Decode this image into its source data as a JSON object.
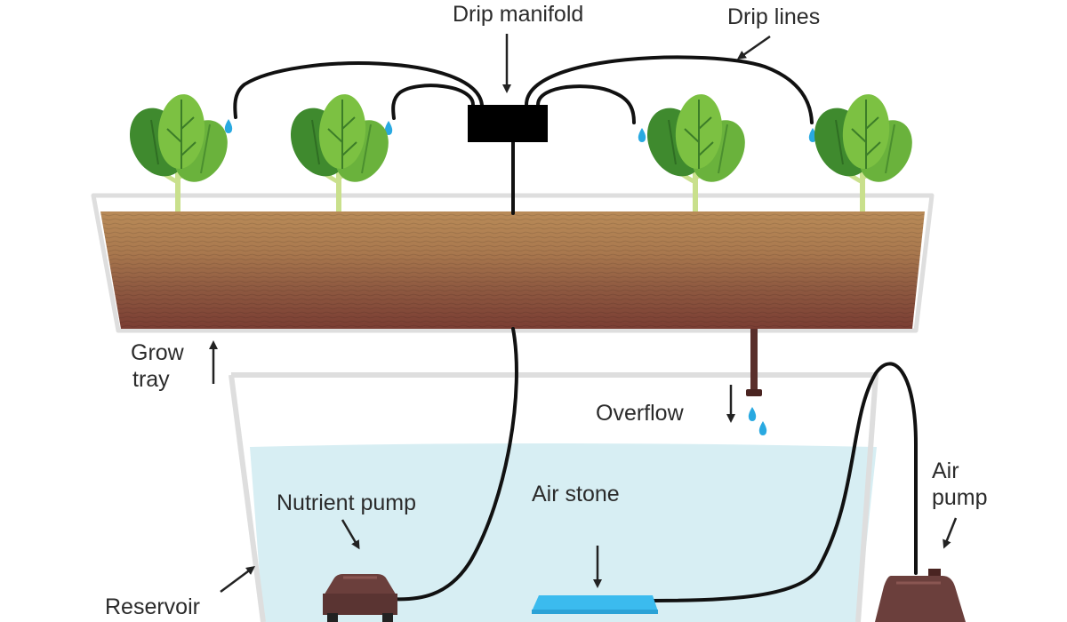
{
  "labels": {
    "drip_manifold": "Drip manifold",
    "drip_lines": "Drip lines",
    "grow_tray_line1": "Grow",
    "grow_tray_line2": "tray",
    "overflow": "Overflow",
    "nutrient_pump": "Nutrient pump",
    "air_stone": "Air stone",
    "air_pump_line1": "Air",
    "air_pump_line2": "pump",
    "reservoir": "Reservoir"
  },
  "colors": {
    "plant_light": "#7cc142",
    "plant_dark": "#3f8a2e",
    "stem": "#c9e08c",
    "soil_top": "#b08455",
    "soil_bottom": "#7a3f33",
    "water": "#d7eef3",
    "tube": "#111111",
    "manifold": "#000000",
    "droplet": "#29a9e1",
    "air_stone": "#3bbbee",
    "pump_body": "#6b3f3c"
  }
}
